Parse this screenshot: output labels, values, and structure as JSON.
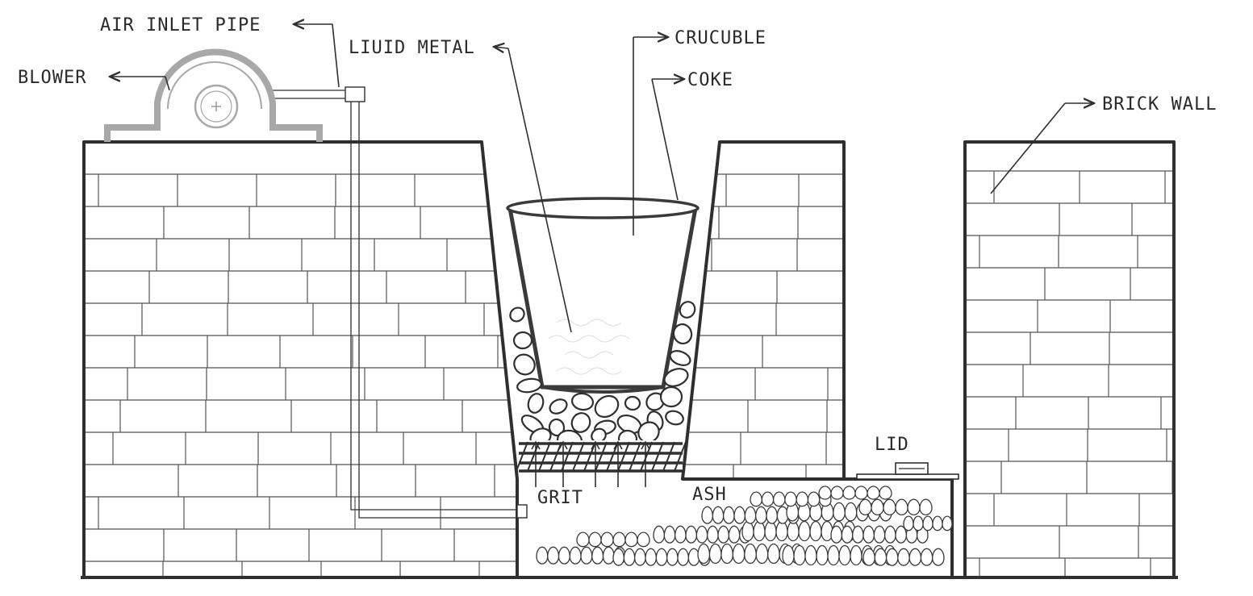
{
  "labels": {
    "air_inlet_pipe": "AIR INLET PIPE",
    "blower": "BLOWER",
    "liquid_metal": "LIUID METAL",
    "crucible": "CRUCUBLE",
    "coke": "COKE",
    "brick_wall": "BRICK WALL",
    "lid": "LID",
    "grit": "GRIT",
    "ash": "ASH"
  }
}
